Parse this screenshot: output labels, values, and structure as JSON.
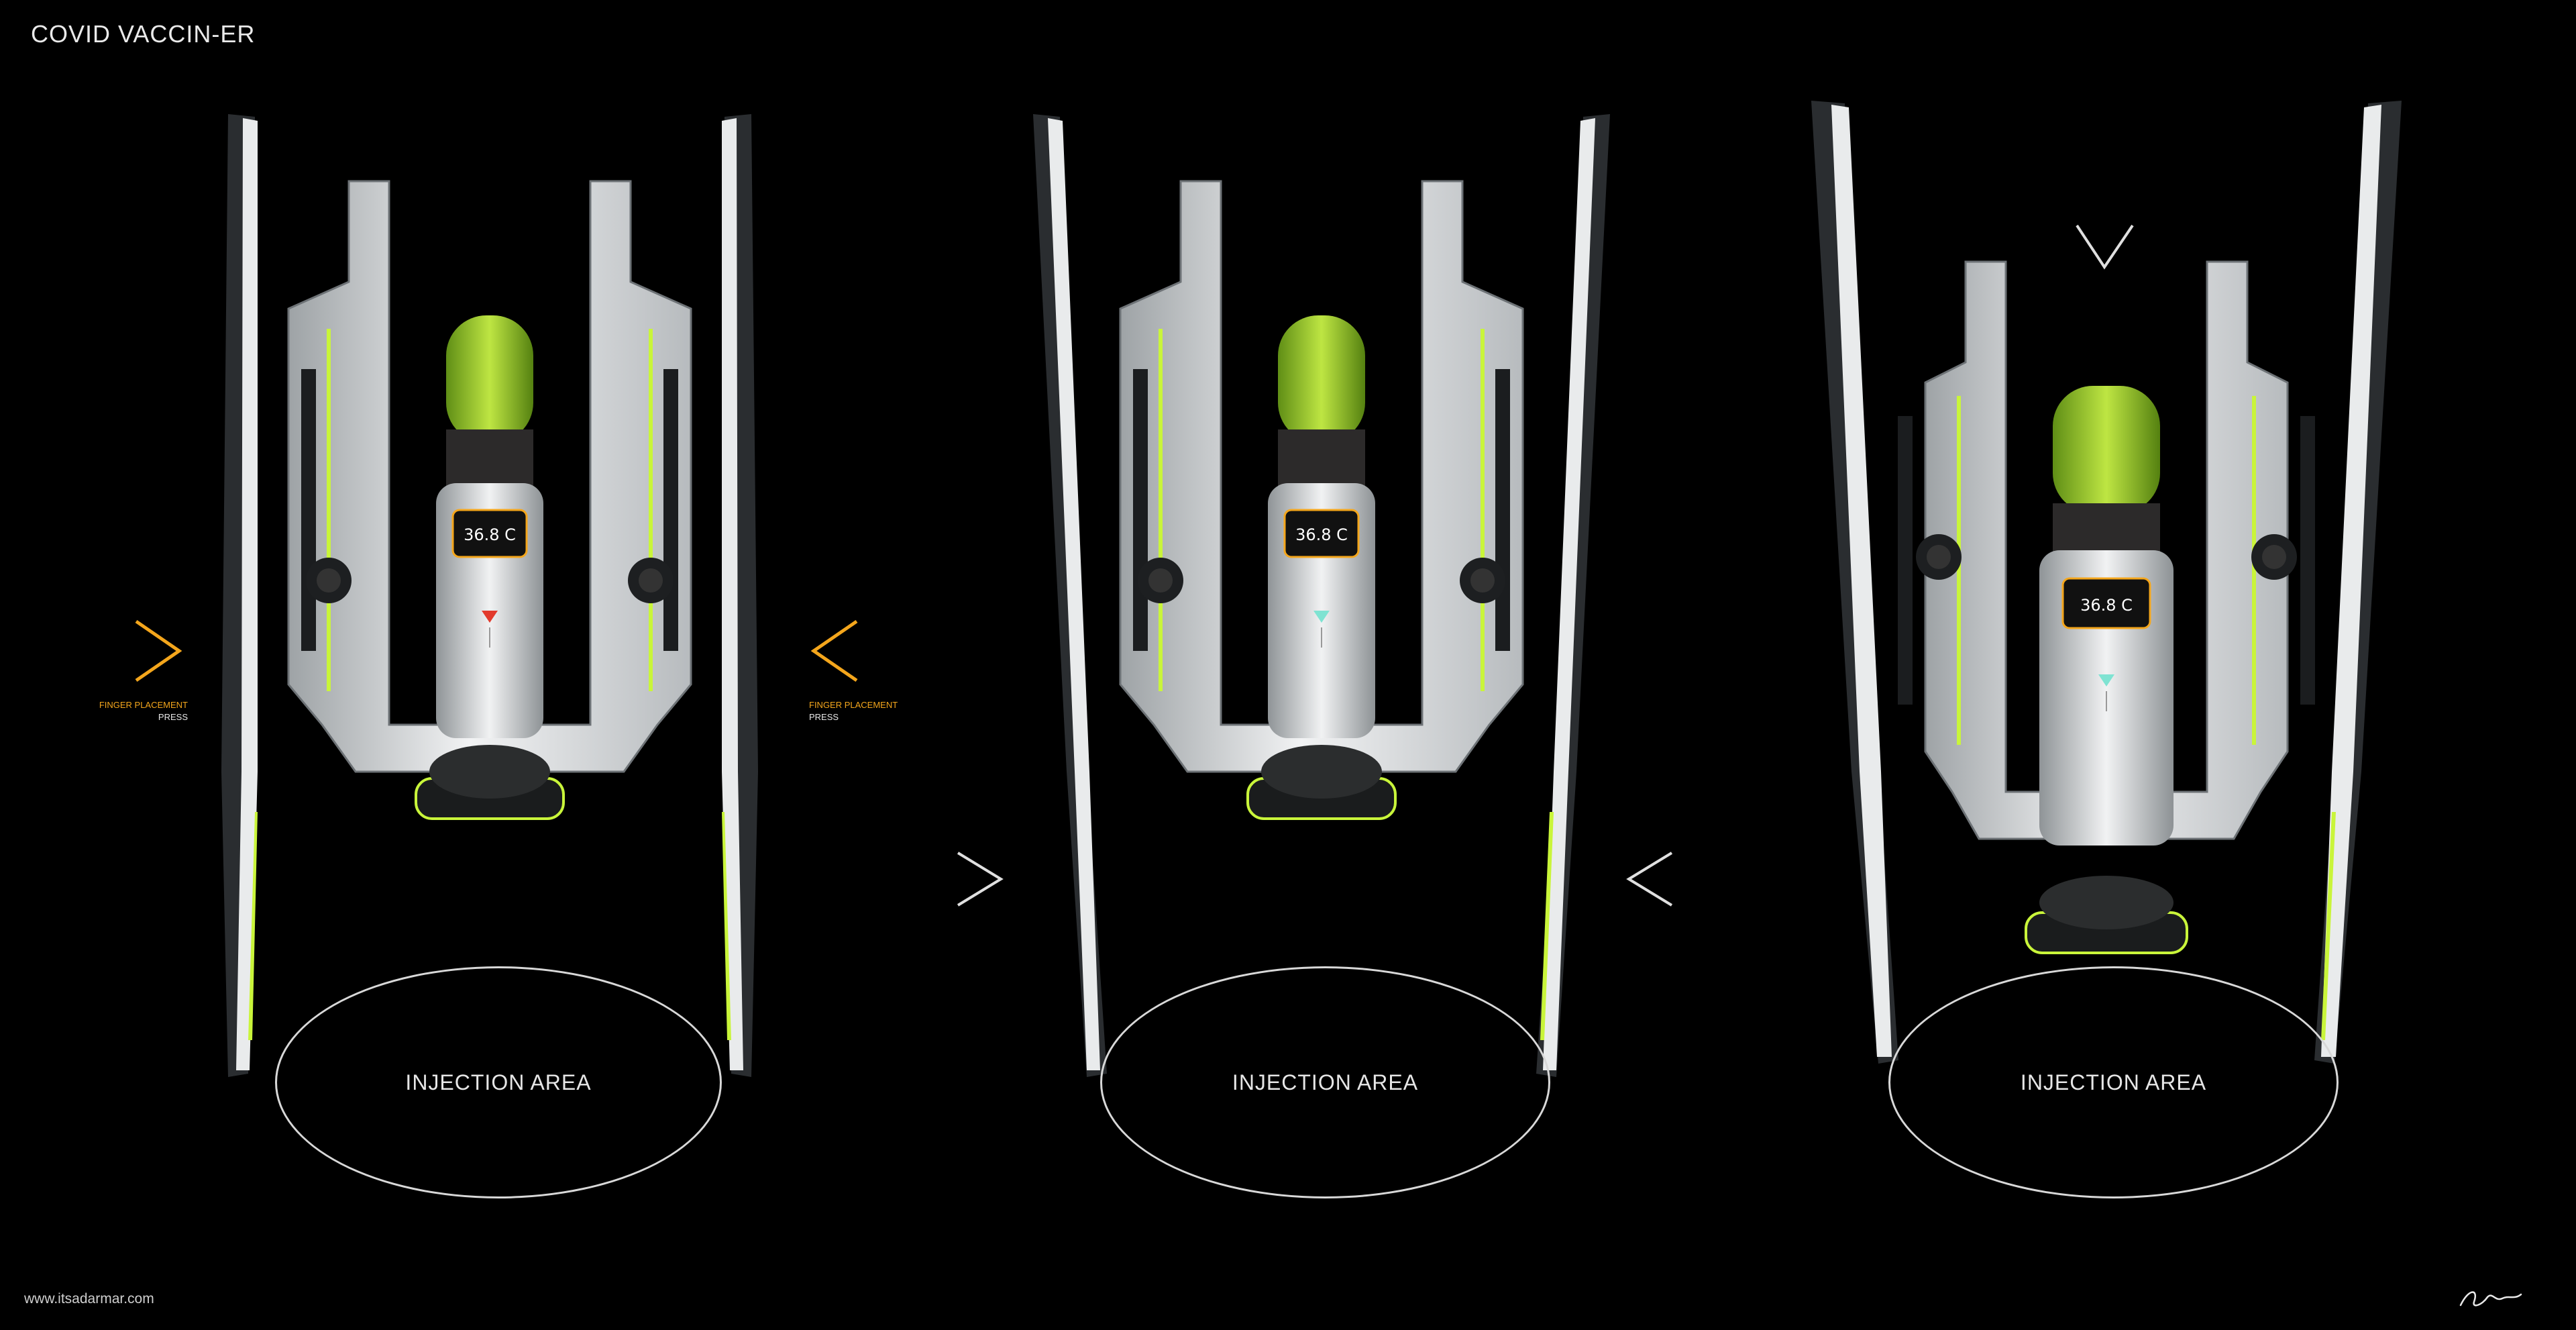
{
  "title": "COVID VACCIN-ER",
  "footer_url": "www.itsadarmar.com",
  "colors": {
    "background": "#000000",
    "accent_green": "#c9f53a",
    "accent_orange": "#f4a61c",
    "body_white": "#e9ebec",
    "frame_dark": "#2a2d30"
  },
  "hint": {
    "label_top": "FINGER PLACEMENT",
    "label_bottom": "PRESS"
  },
  "panels": [
    {
      "injection_label": "INJECTION AREA",
      "display_temp": "36.8 C",
      "indicator": "red-down-triangle"
    },
    {
      "injection_label": "INJECTION AREA",
      "display_temp": "36.8 C",
      "indicator": "cyan-down-triangle"
    },
    {
      "injection_label": "INJECTION AREA",
      "display_temp": "36.8 C",
      "indicator": "cyan-down-triangle"
    }
  ],
  "icons": [
    "chevron-right-icon",
    "chevron-left-icon",
    "chevron-down-icon",
    "signature-mark"
  ]
}
